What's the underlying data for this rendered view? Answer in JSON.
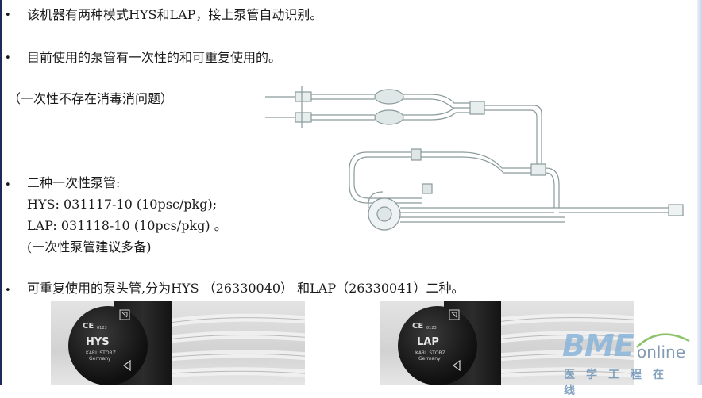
{
  "bullets": {
    "b1": "该机器有两种模式HYS和LAP，接上泵管自动识别。",
    "b2": "目前使用的泵管有一次性的和可重复使用的。",
    "note_disposable": "（一次性不存在消毒消问题）",
    "b3_title": "二种一次性泵管:",
    "b3_hys": "HYS: 031117-10 (10psc/pkg);",
    "b3_lap": "LAP: 031118-10 (10pcs/pkg) 。",
    "b3_note": "(一次性泵管建议多备)",
    "b4": "可重复使用的泵头管,分为HYS （26330040） 和LAP（26330041）二种。"
  },
  "bullet_glyph": "•",
  "photos": {
    "left": {
      "label": "HYS",
      "ce": "CE",
      "ce_num": "0123",
      "maker": "KARL STORZ",
      "country": "Germany"
    },
    "right": {
      "label": "LAP",
      "ce": "CE",
      "ce_num": "0123",
      "maker": "KARL STORZ",
      "country": "Germany"
    }
  },
  "watermark": {
    "brand": "BME",
    "suffix": "online",
    "subtitle": "医学工程在线"
  },
  "colors": {
    "edge": "#1d2a5a",
    "watermark_blue": "#8ab5d9"
  }
}
